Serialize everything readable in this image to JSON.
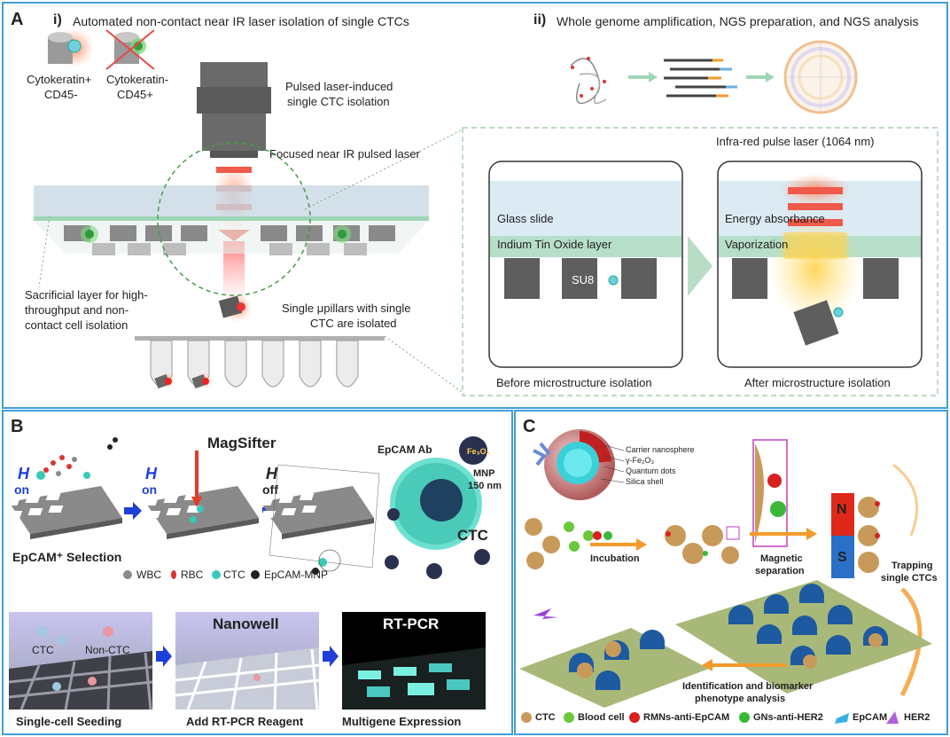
{
  "panel_a": {
    "letter": "A",
    "sub_i": "i)",
    "title_i": "Automated non-contact near IR laser isolation of single CTCs",
    "sub_ii": "ii)",
    "title_ii": "Whole genome amplification, NGS preparation, and NGS analysis",
    "ck_pos_1": "Cytokeratin+",
    "ck_pos_2": "CD45-",
    "ck_neg_1": "Cytokeratin-",
    "ck_neg_2": "CD45+",
    "pulsed_1": "Pulsed laser-induced",
    "pulsed_2": "single CTC isolation",
    "focused": "Focused near IR pulsed laser",
    "ir_laser": "Infra-red pulse laser (1064 nm)",
    "glass": "Glass slide",
    "ito": "Indium Tin Oxide layer",
    "su8": "SU8",
    "energy": "Energy absorbance",
    "vapor": "Vaporization",
    "sacrificial_1": "Sacrificial layer for high-",
    "sacrificial_2": "throughput and non-",
    "sacrificial_3": "contact cell isolation",
    "single_1": "Single μpillars with single",
    "single_2": "CTC are isolated",
    "before": "Before microstructure isolation",
    "after": "After microstructure isolation"
  },
  "panel_b": {
    "letter": "B",
    "h_on_1": "on",
    "h_on_2": "on",
    "h_off": "off",
    "h_symbol": "H",
    "magsifter": "MagSifter",
    "epcam_ab": "EpCAM Ab",
    "fe3o4": "Fe₃O₄",
    "mnp_1": "MNP",
    "mnp_2": "150 nm",
    "ctc": "CTC",
    "epcam_sel": "EpCAM⁺ Selection",
    "leg_wbc": "WBC",
    "leg_rbc": "RBC",
    "leg_ctc": "CTC",
    "leg_mnp": "EpCAM-MNP",
    "ctc_small": "CTC",
    "nonctc": "Non-CTC",
    "nanowell": "Nanowell",
    "rtpcr": "RT-PCR",
    "cap1": "Single-cell Seeding",
    "cap2": "Add RT-PCR Reagent",
    "cap3": "Multigene Expression"
  },
  "panel_c": {
    "letter": "C",
    "carrier": "Carrier nanosphere",
    "gfe": "γ-Fe₂O₃",
    "qd": "Quantum dots",
    "silica": "Silica shell",
    "incubation": "Incubation",
    "magnetic_1": "Magnetic",
    "magnetic_2": "separation",
    "n": "N",
    "s": "S",
    "trapping_1": "Trapping",
    "trapping_2": "single CTCs",
    "ident_1": "Identification  and biomarker",
    "ident_2": "phenotype analysis",
    "leg_ctc": "CTC",
    "leg_blood": "Blood cell",
    "leg_rmn": "RMNs-anti-EpCAM",
    "leg_gn": "GNs-anti-HER2",
    "leg_epcam": "EpCAM",
    "leg_her2": "HER2"
  },
  "colors": {
    "border": "#3f9fd9",
    "laser": "#f05a4a",
    "arrow_blue": "#1e3fd8",
    "arrow_orange": "#f39a2a"
  }
}
